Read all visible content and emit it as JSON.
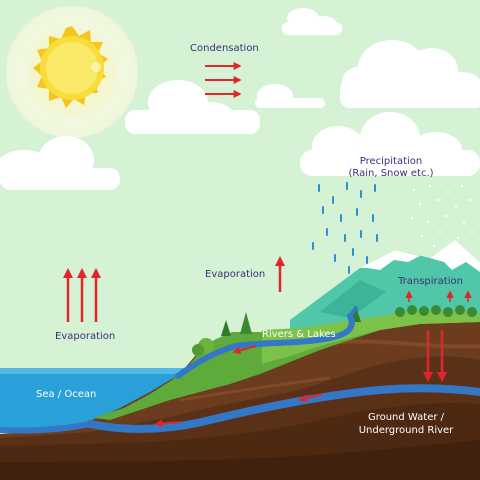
{
  "colors": {
    "sky": "#d5f2d4",
    "cloud": "#ffffff",
    "sun": "#f6d42e",
    "sun_glow": "#f7f8d9",
    "arrow": "#e0262b",
    "label_dark": "#3c2f7a",
    "label_light": "#ffffff",
    "ocean": "#2aa0d8",
    "river": "#3477c7",
    "grass": "#5eab3c",
    "soil": "#6b3d1e",
    "soil_dark": "#4e2912",
    "mountain": "#4fc7a8",
    "snow": "#ffffff",
    "rain": "#2f8fd6"
  },
  "icons": [
    "sun-icon",
    "cloud-icon",
    "rain-drop-icon",
    "snowflake-icon",
    "tree-icon",
    "arrow-icon"
  ],
  "labels": {
    "condensation": "Condensation",
    "precipitation_line1": "Precipitation",
    "precipitation_line2": "(Rain, Snow etc.)",
    "evaporation_land": "Evaporation",
    "evaporation_sea": "Evaporation",
    "transpiration": "Transpiration",
    "rivers_lakes": "Rivers & Lakes",
    "sea_ocean": "Sea / Ocean",
    "ground_water_line1": "Ground Water /",
    "ground_water_line2": "Underground River"
  }
}
